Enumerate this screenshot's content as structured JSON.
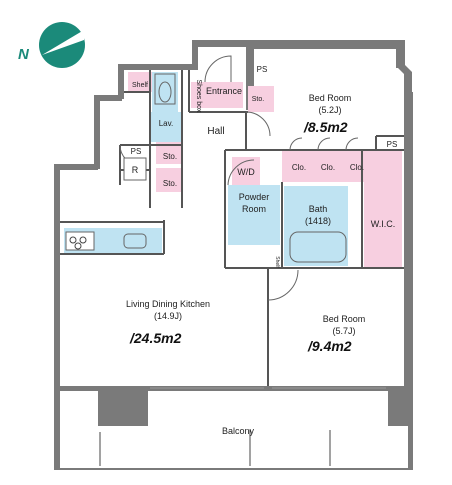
{
  "compass": {
    "label": "N"
  },
  "rooms": {
    "bed_room_1": {
      "name": "Bed Room",
      "size": "(5.2J)",
      "area": "/8.5m2"
    },
    "bed_room_2": {
      "name": "Bed Room",
      "size": "(5.7J)",
      "area": "/9.4m2"
    },
    "ldk": {
      "name": "Living Dining Kitchen",
      "size": "(14.9J)",
      "area": "/24.5m2"
    },
    "bath": {
      "name": "Bath",
      "size": "(1418)"
    },
    "powder_room": {
      "name": "Powder",
      "name2": "Room"
    },
    "wd": "W/D",
    "wic": "W.I.C.",
    "hall": "Hall",
    "entrance": "Entrance",
    "lav": "Lav.",
    "balcony": "Balcony",
    "shelf": "Shelf",
    "shoes_box": "Shoes box",
    "ps": "PS",
    "sto": "Sto.",
    "clo": "Clo.",
    "refrigerator": "R",
    "shelf_small": "Shelf"
  },
  "colors": {
    "wall": "#7a7a7a",
    "pink": "#f7cfe0",
    "blue": "#bfe3f2",
    "compass": "#1b8a7a",
    "n_label": "#1b8a7a"
  }
}
